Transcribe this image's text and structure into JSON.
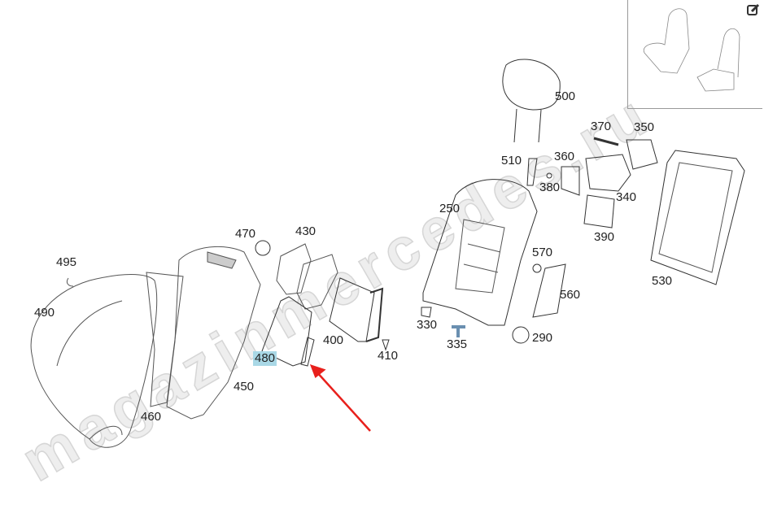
{
  "watermark": "magazinmercedes.ru",
  "highlight_color": "#a9d8e6",
  "arrow_color": "#e8201c",
  "selected_part": "480",
  "toolbar": {
    "edit_icon": "edit-icon"
  },
  "parts": [
    {
      "id": "500",
      "label": "500"
    },
    {
      "id": "370",
      "label": "370"
    },
    {
      "id": "350",
      "label": "350"
    },
    {
      "id": "510",
      "label": "510"
    },
    {
      "id": "360",
      "label": "360"
    },
    {
      "id": "380",
      "label": "380"
    },
    {
      "id": "340",
      "label": "340"
    },
    {
      "id": "250",
      "label": "250"
    },
    {
      "id": "390",
      "label": "390"
    },
    {
      "id": "530",
      "label": "530"
    },
    {
      "id": "570",
      "label": "570"
    },
    {
      "id": "560",
      "label": "560"
    },
    {
      "id": "470",
      "label": "470"
    },
    {
      "id": "430",
      "label": "430"
    },
    {
      "id": "495",
      "label": "495"
    },
    {
      "id": "490",
      "label": "490"
    },
    {
      "id": "400",
      "label": "400"
    },
    {
      "id": "410",
      "label": "410"
    },
    {
      "id": "330",
      "label": "330"
    },
    {
      "id": "335",
      "label": "335"
    },
    {
      "id": "290",
      "label": "290"
    },
    {
      "id": "480",
      "label": "480"
    },
    {
      "id": "450",
      "label": "450"
    },
    {
      "id": "460",
      "label": "460"
    }
  ]
}
